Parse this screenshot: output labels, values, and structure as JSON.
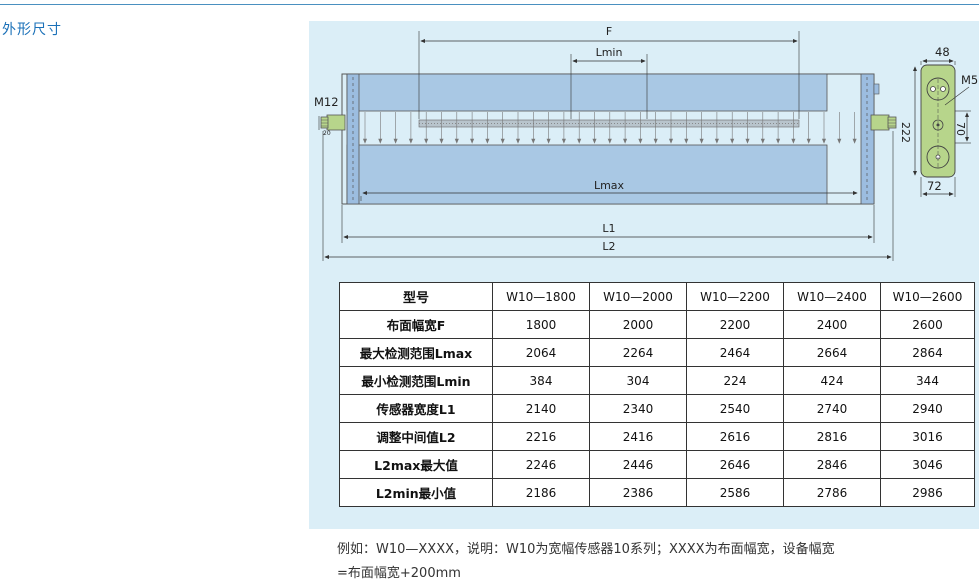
{
  "section_title": "外形尺寸",
  "drawing": {
    "labels": {
      "F": "F",
      "Lmin": "Lmin",
      "Lmax": "Lmax",
      "L1": "L1",
      "L2": "L2",
      "M12": "M12",
      "small_20": "20",
      "d48": "48",
      "M5": "M5",
      "d222": "222",
      "d70": "70",
      "d72": "72"
    }
  },
  "table": {
    "header_label": "型号",
    "models": [
      "W10—1800",
      "W10—2000",
      "W10—2200",
      "W10—2400",
      "W10—2600"
    ],
    "rows": [
      {
        "label": "布面幅宽F",
        "values": [
          "1800",
          "2000",
          "2200",
          "2400",
          "2600"
        ]
      },
      {
        "label": "最大检测范围Lmax",
        "values": [
          "2064",
          "2264",
          "2464",
          "2664",
          "2864"
        ]
      },
      {
        "label": "最小检测范围Lmin",
        "values": [
          "384",
          "304",
          "224",
          "424",
          "344"
        ]
      },
      {
        "label": "传感器宽度L1",
        "values": [
          "2140",
          "2340",
          "2540",
          "2740",
          "2940"
        ]
      },
      {
        "label": "调整中间值L2",
        "values": [
          "2216",
          "2416",
          "2616",
          "2816",
          "3016"
        ]
      },
      {
        "label": "L2max最大值",
        "values": [
          "2246",
          "2446",
          "2646",
          "2846",
          "3046"
        ]
      },
      {
        "label": "L2min最小值",
        "values": [
          "2186",
          "2386",
          "2586",
          "2786",
          "2986"
        ]
      }
    ]
  },
  "note": {
    "line1": "例如：W10—XXXX，说明：W10为宽幅传感器10系列；XXXX为布面幅宽，设备幅宽",
    "line2": "=布面幅宽+200mm"
  },
  "colors": {
    "title_blue": "#1a70b8",
    "panel_bg": "#dbeef7",
    "bar_blue": "#a9c8e4",
    "fitting_green": "#b7d58b",
    "line": "#333333"
  }
}
